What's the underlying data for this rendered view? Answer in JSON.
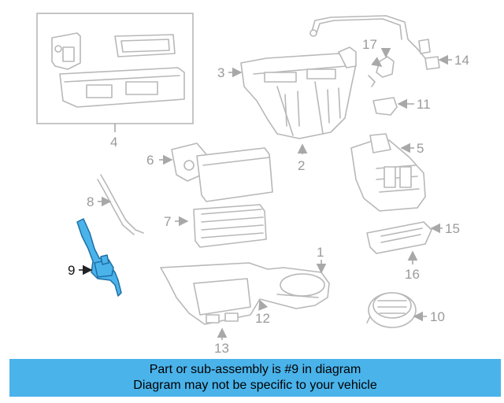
{
  "colors": {
    "highlight": "#4ab3ea",
    "outline": "#b8b8b8",
    "banner_bg": "#4ab3ea"
  },
  "callouts": [
    "1",
    "2",
    "3",
    "4",
    "5",
    "6",
    "7",
    "8",
    "9",
    "10",
    "11",
    "12",
    "13",
    "14",
    "15",
    "16",
    "17"
  ],
  "highlighted_callout": "9",
  "banner": {
    "line1": "Part or sub-assembly is #9 in diagram",
    "line2": "Diagram may not be specific to your vehicle"
  }
}
